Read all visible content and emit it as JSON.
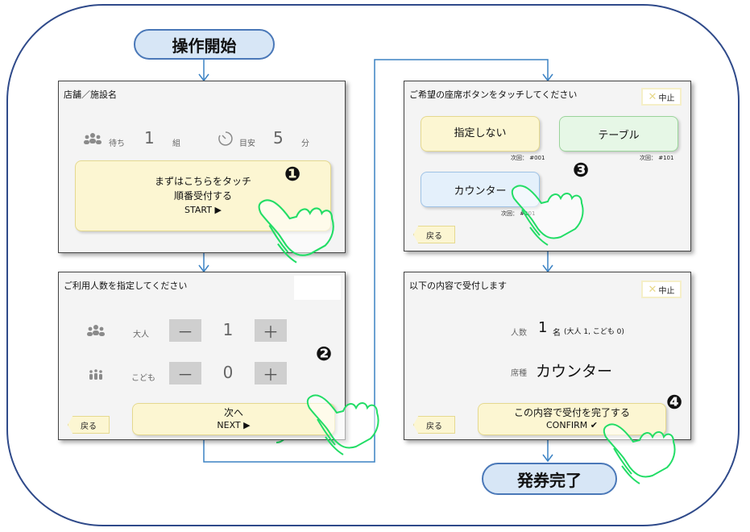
{
  "start_label": "操作開始",
  "end_label": "発券完了",
  "step1": {
    "title": "店舗／施設名",
    "wait_label": "待ち",
    "wait_count": "1",
    "wait_unit": "組",
    "eta_label": "目安",
    "eta_value": "5",
    "eta_unit": "分",
    "button_line1": "まずはこちらをタッチ",
    "button_line2": "順番受付する",
    "button_line3": "START ▶",
    "badge": "❶"
  },
  "step2": {
    "title": "ご利用人数を指定してください",
    "adult_label": "大人",
    "adult_count": "1",
    "child_label": "こども",
    "child_count": "0",
    "minus": "－",
    "plus": "＋",
    "next_line1": "次へ",
    "next_line2": "NEXT ▶",
    "back": "戻る",
    "badge": "❷"
  },
  "step3": {
    "title": "ご希望の座席ボタンをタッチしてください",
    "stop": "中止",
    "opt_none": "指定しない",
    "opt_none_next": "次回： #001",
    "opt_table": "テーブル",
    "opt_table_next": "次回： #101",
    "opt_counter": "カウンター",
    "opt_counter_next": "次回： #201",
    "back": "戻る",
    "badge": "❸"
  },
  "step4": {
    "title": "以下の内容で受付します",
    "stop": "中止",
    "people_label": "人数",
    "people_count": "1",
    "people_unit": "名",
    "people_detail": "(大人 1, こども 0)",
    "seat_label": "席種",
    "seat_value": "カウンター",
    "confirm_line1": "この内容で受付を完了する",
    "confirm_line2": "CONFIRM ✔",
    "back": "戻る",
    "badge": "❹"
  },
  "colors": {
    "frame": "#2f4a8a",
    "flow_line": "#3b82c4",
    "pill_fill": "#d7e6f6",
    "button_yellow": "#fcf6d2",
    "button_green": "#e6f7e6",
    "button_blue": "#e4f0fb",
    "hand_outline": "#22dd66"
  },
  "icons": [
    "people-icon",
    "timer-icon",
    "adults-icon",
    "children-icon",
    "touch-hand-icon"
  ]
}
